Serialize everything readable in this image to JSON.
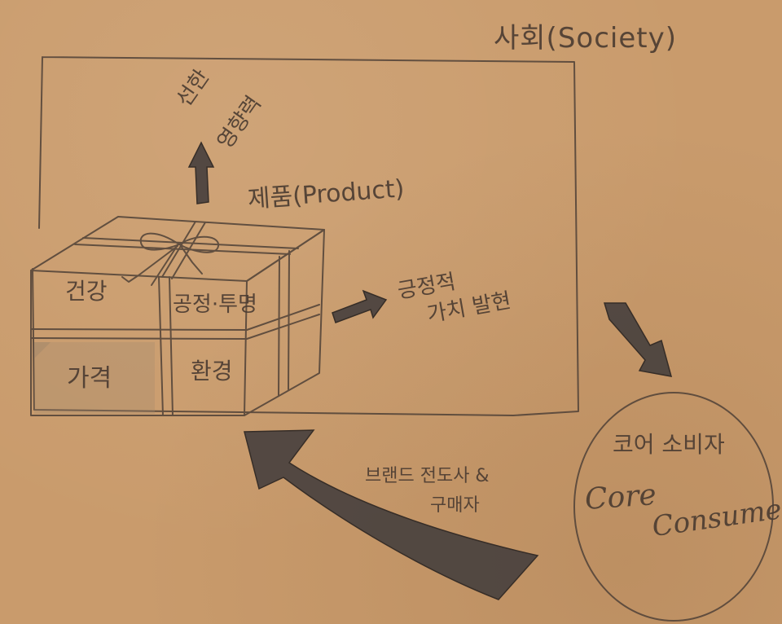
{
  "diagram": {
    "society_label": "사회(Society)",
    "product_label": "제품(Product)",
    "influence_label": [
      "선한",
      "영향력"
    ],
    "box_faces": {
      "health": "건강",
      "fair_transparent": "공정·투명",
      "price": "가격",
      "environment": "환경"
    },
    "positive_value_label": [
      "긍정적",
      "가치 발현"
    ],
    "core_consumer": {
      "korean": "코어 소비자",
      "english_line1": "Core",
      "english_line2": "Consumer"
    },
    "feedback_label": [
      "브랜드 전도사 &",
      "구매자"
    ]
  },
  "colors": {
    "paper": "#c99b6c",
    "pencil": "#4a3b31",
    "arrow_fill": "#4d4440"
  }
}
